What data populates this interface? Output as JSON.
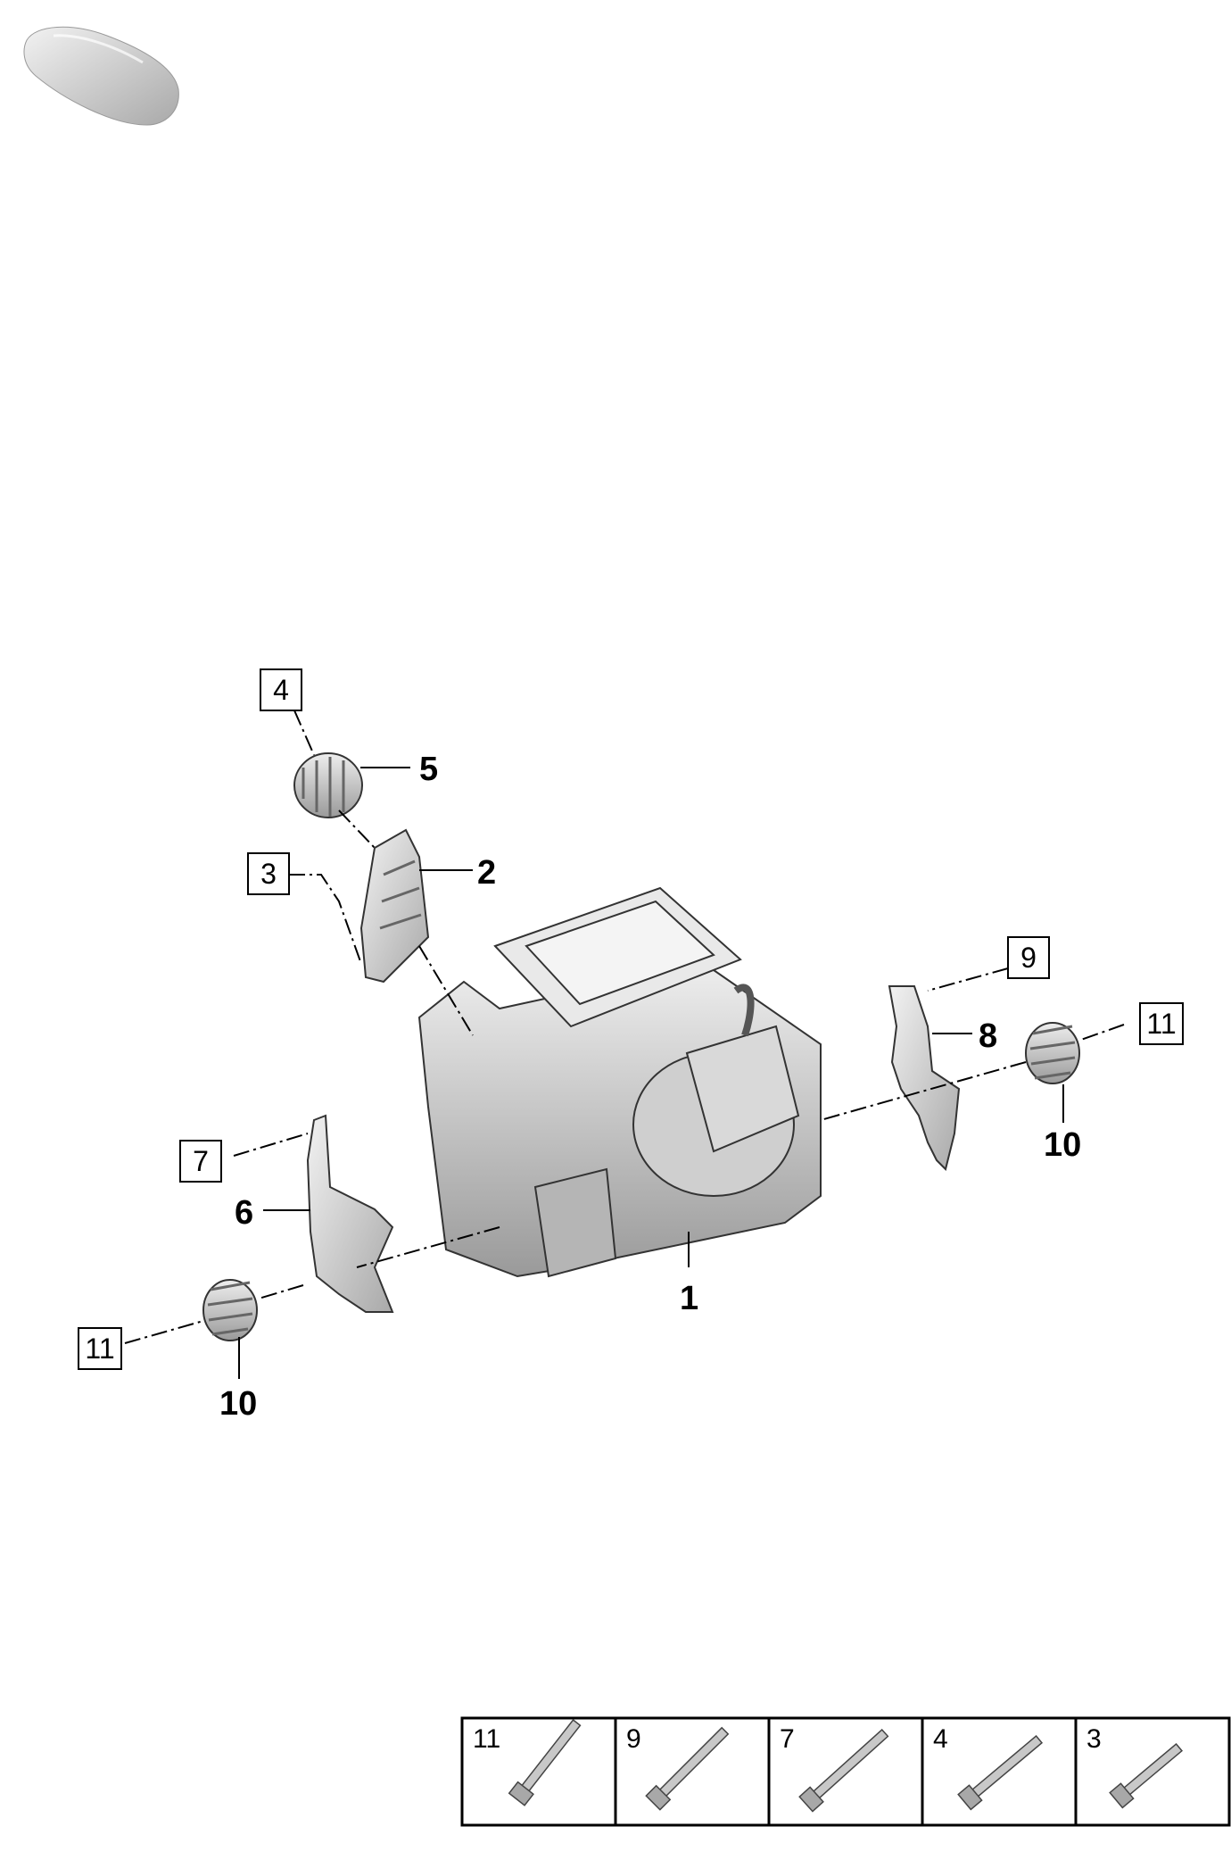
{
  "callouts": [
    {
      "id": "1",
      "label": "1"
    },
    {
      "id": "2",
      "label": "2"
    },
    {
      "id": "5",
      "label": "5"
    },
    {
      "id": "6",
      "label": "6"
    },
    {
      "id": "8",
      "label": "8"
    },
    {
      "id": "10a",
      "label": "10"
    },
    {
      "id": "10b",
      "label": "10"
    }
  ],
  "boxed_callouts": [
    {
      "id": "4",
      "label": "4"
    },
    {
      "id": "3",
      "label": "3"
    },
    {
      "id": "9",
      "label": "9"
    },
    {
      "id": "11r",
      "label": "11"
    },
    {
      "id": "7",
      "label": "7"
    },
    {
      "id": "11l",
      "label": "11"
    }
  ],
  "bolt_table": [
    {
      "label": "11"
    },
    {
      "label": "9"
    },
    {
      "label": "7"
    },
    {
      "label": "4"
    },
    {
      "label": "3"
    }
  ],
  "colors": {
    "part_fill": "#e6e6e6",
    "part_shade": "#bdbdbd",
    "line": "#000000"
  }
}
